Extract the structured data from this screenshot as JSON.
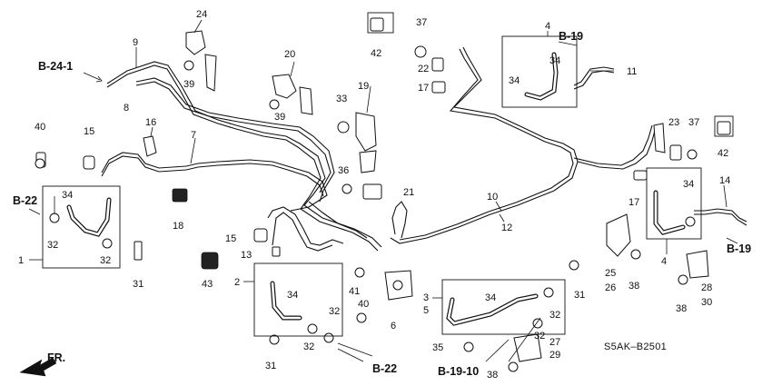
{
  "diagram_code": "S5AK–B2501",
  "direction_label": "FR.",
  "part_numbers": [
    "1",
    "2",
    "3",
    "4",
    "4",
    "5",
    "6",
    "7",
    "8",
    "9",
    "10",
    "11",
    "12",
    "13",
    "14",
    "15",
    "15",
    "16",
    "17",
    "17",
    "18",
    "19",
    "20",
    "21",
    "22",
    "23",
    "24",
    "25",
    "26",
    "27",
    "28",
    "29",
    "30",
    "31",
    "31",
    "31",
    "32",
    "32",
    "32",
    "32",
    "32",
    "32",
    "33",
    "34",
    "34",
    "34",
    "34",
    "34",
    "34",
    "35",
    "36",
    "37",
    "37",
    "38",
    "38",
    "38",
    "39",
    "39",
    "40",
    "40",
    "41",
    "42",
    "42",
    "43"
  ],
  "refs": {
    "b24_1": "B-24-1",
    "b19_top": "B-19",
    "b19_right": "B-19",
    "b22_left": "B-22",
    "b22_bottom": "B-22",
    "b19_10": "B-19-10"
  }
}
